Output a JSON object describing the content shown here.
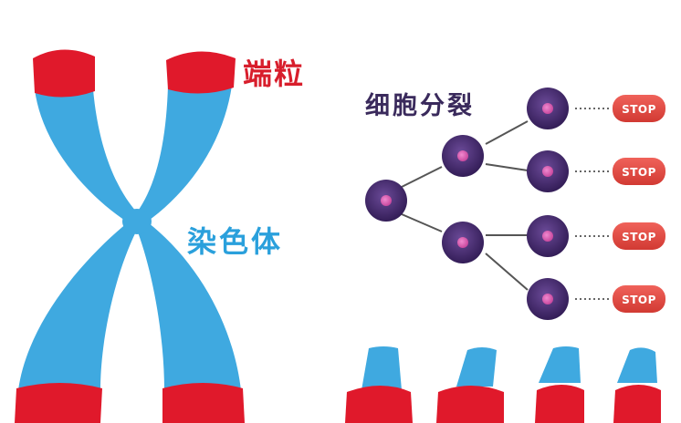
{
  "labels": {
    "telomere": "端粒",
    "chromosome": "染色体",
    "cell_division": "细胞分裂"
  },
  "stop_sign_text": "STOP",
  "colors": {
    "chromosome_blue": "#3fa9e0",
    "telomere_red": "#e0192b",
    "cell_purple": "#3d2463",
    "cell_nucleus": "#d85fb6",
    "stop_red": "#e5453f",
    "connector_gray": "#555555"
  }
}
